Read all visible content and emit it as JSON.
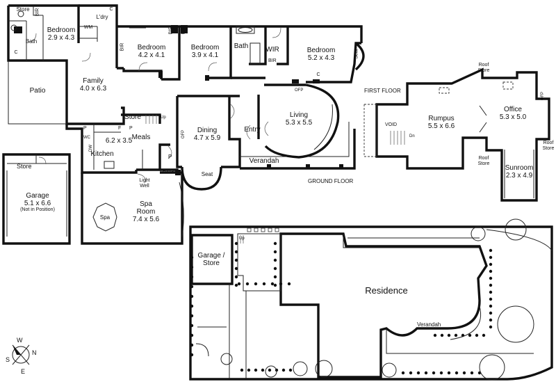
{
  "rooms": {
    "store_tl": {
      "name": "Store"
    },
    "bedroom_a": {
      "name": "Bedroom",
      "dims": "2.9 x 4.3"
    },
    "bath_a": {
      "name": "Bath"
    },
    "laundry": {
      "name": "L'dry"
    },
    "wm": {
      "name": "WM"
    },
    "c1": {
      "name": "C"
    },
    "c2": {
      "name": "C"
    },
    "c3": {
      "name": "C"
    },
    "bir1": {
      "name": "BIR"
    },
    "bir2": {
      "name": "BIR"
    },
    "bir3": {
      "name": "BIR"
    },
    "bir4": {
      "name": "BIR"
    },
    "bir5": {
      "name": "BIR"
    },
    "bedroom_b": {
      "name": "Bedroom",
      "dims": "4.2 x 4.1"
    },
    "bedroom_c": {
      "name": "Bedroom",
      "dims": "3.9 x 4.1"
    },
    "bath_b": {
      "name": "Bath"
    },
    "wir": {
      "name": "WIR"
    },
    "bedroom_d": {
      "name": "Bedroom",
      "dims": "5.2 x 4.3"
    },
    "seat_a": {
      "name": "Seat"
    },
    "seat_b": {
      "name": "Seat"
    },
    "patio": {
      "name": "Patio"
    },
    "family": {
      "name": "Family",
      "dims": "4.0 x 6.3"
    },
    "store_mid": {
      "name": "Store"
    },
    "up_a": {
      "name": "Up"
    },
    "up_b": {
      "name": "Up"
    },
    "p1": {
      "name": "P"
    },
    "p2": {
      "name": "P"
    },
    "p3": {
      "name": "P"
    },
    "f": {
      "name": "F"
    },
    "wc": {
      "name": "WC"
    },
    "dw": {
      "name": "DW"
    },
    "kitchen_dims": {
      "name": "6.2 x 3.5"
    },
    "kitchen": {
      "name": "Kitchen"
    },
    "meals": {
      "name": "Meals"
    },
    "ofp1": {
      "name": "OFP"
    },
    "ofp2": {
      "name": "OFP"
    },
    "ofp3": {
      "name": "OFP"
    },
    "dining": {
      "name": "Dining",
      "dims": "4.7 x 5.9"
    },
    "entry": {
      "name": "Entry"
    },
    "living": {
      "name": "Living",
      "dims": "5.3 x 5.5"
    },
    "verandah": {
      "name": "Verandah"
    },
    "furnace": {
      "name": "Furnace"
    },
    "light_well": {
      "name": "Light",
      "name2": "Well"
    },
    "garage": {
      "name": "Garage",
      "dims": "5.1 x 6.6",
      "note": "(Not in Position)"
    },
    "garage_store": {
      "name": "Store"
    },
    "spa_room": {
      "name": "Spa",
      "name2": "Room",
      "dims": "7.4 x 5.6"
    },
    "spa": {
      "name": "Spa"
    },
    "void": {
      "name": "VOID"
    },
    "dn": {
      "name": "Dn"
    },
    "rumpus": {
      "name": "Rumpus",
      "dims": "5.5 x 6.6"
    },
    "office": {
      "name": "Office",
      "dims": "5.3 x 5.0"
    },
    "sunroom": {
      "name": "Sunroom",
      "dims": "2.3 x 4.9"
    },
    "roof_store_1": {
      "name": "Roof",
      "name2": "Store"
    },
    "roof_store_2": {
      "name": "Roof",
      "name2": "Store"
    },
    "roof_store_3": {
      "name": "Roof",
      "name2": "Store"
    }
  },
  "labels": {
    "ground_floor": "GROUND FLOOR",
    "first_floor": "FIRST FLOOR",
    "residence": "Residence",
    "site_garage": "Garage /",
    "site_garage2": "Store",
    "site_verandah": "Verandah"
  },
  "compass": {
    "n": "N",
    "s": "S",
    "e": "E",
    "w": "W"
  }
}
